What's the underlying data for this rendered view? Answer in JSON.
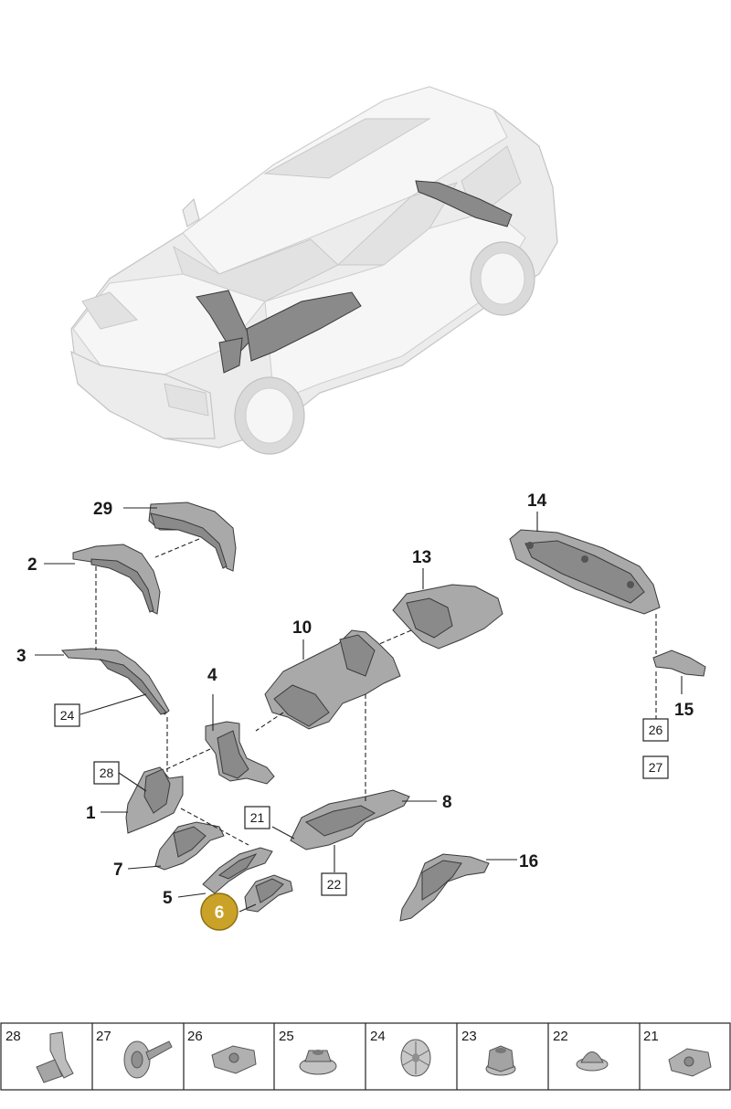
{
  "callouts": {
    "c1": "1",
    "c2": "2",
    "c3": "3",
    "c4": "4",
    "c5": "5",
    "c6": "6",
    "c7": "7",
    "c8": "8",
    "c10": "10",
    "c13": "13",
    "c14": "14",
    "c15": "15",
    "c16": "16",
    "c29": "29"
  },
  "boxed_refs": {
    "b24": "24",
    "b28": "28",
    "b21": "21",
    "b22": "22",
    "b26": "26",
    "b27": "27"
  },
  "highlight": {
    "label": "6",
    "color": "#c9a227"
  },
  "fastener_table": [
    {
      "num": "28",
      "icon": "clip-icon"
    },
    {
      "num": "27",
      "icon": "rivet-icon"
    },
    {
      "num": "26",
      "icon": "clip-nut-icon"
    },
    {
      "num": "25",
      "icon": "flange-nut-icon"
    },
    {
      "num": "24",
      "icon": "spring-washer-icon"
    },
    {
      "num": "23",
      "icon": "hex-nut-icon"
    },
    {
      "num": "22",
      "icon": "dome-nut-icon"
    },
    {
      "num": "21",
      "icon": "clip-nut-icon"
    }
  ]
}
